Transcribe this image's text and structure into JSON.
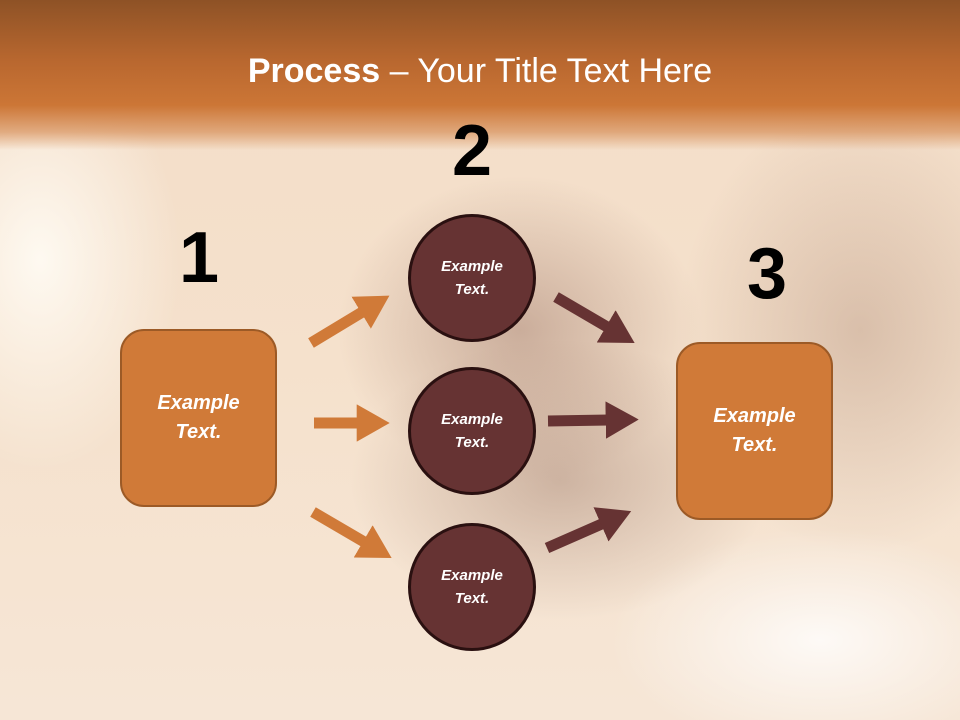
{
  "title": {
    "bold": "Process",
    "rest": " – Your Title Text Here"
  },
  "steps": [
    {
      "number": "1",
      "text": "Example Text."
    },
    {
      "number": "2",
      "items": [
        "Example Text.",
        "Example Text.",
        "Example Text."
      ]
    },
    {
      "number": "3",
      "text": "Example Text."
    }
  ],
  "colors": {
    "orange": "#d07a38",
    "maroon": "#663333"
  }
}
